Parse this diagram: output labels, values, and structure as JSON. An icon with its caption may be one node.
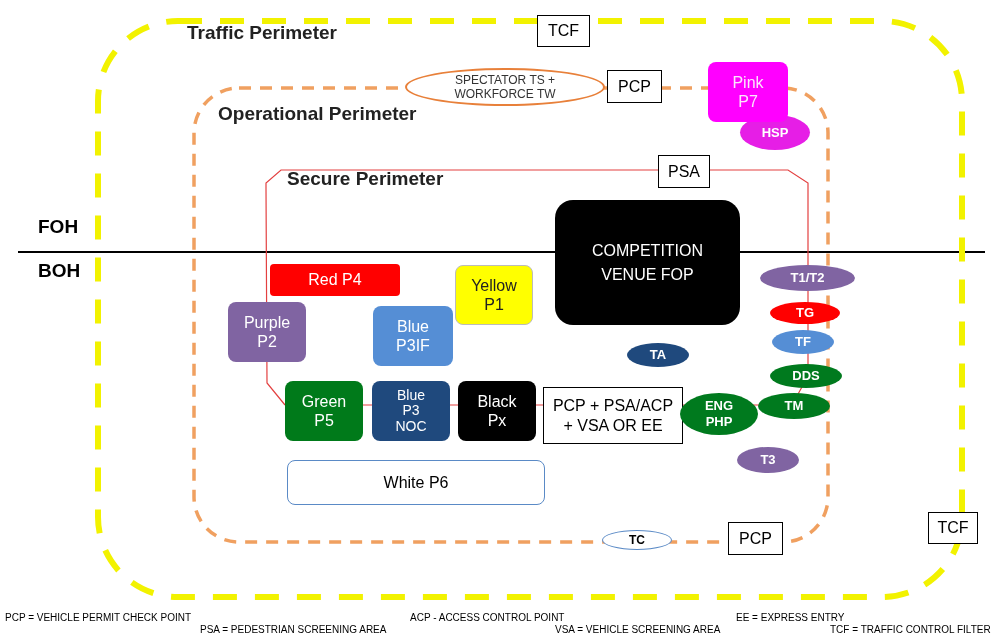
{
  "diagram": {
    "nodes": [
      {
        "text": [
          "Traffic Perimeter"
        ]
      },
      {
        "text": [
          "Operational Perimeter"
        ],
        "in": 0
      },
      {
        "text": [
          "Secure Perimeter"
        ],
        "in": 1
      },
      {
        "text": [
          "TCF"
        ]
      },
      {
        "text": [
          "SPECTATOR  TS + WORKFORCE TW"
        ],
        "in": 0
      },
      {
        "text": [
          "PCP"
        ],
        "in": 0
      },
      {
        "text": [
          "Pink P7"
        ],
        "in": 0
      },
      {
        "text": [
          "HSP"
        ],
        "in": 1
      },
      {
        "text": [
          "PSA"
        ],
        "in": 1
      },
      {
        "text": [
          "COMPETITION VENUE FOP"
        ],
        "in": 2
      },
      {
        "text": [
          "Red P4"
        ],
        "in": 2
      },
      {
        "text": [
          "Yellow P1"
        ],
        "in": 2
      },
      {
        "text": [
          "Purple P2"
        ],
        "in": 1
      },
      {
        "text": [
          "Blue P3IF"
        ],
        "in": 2
      },
      {
        "text": [
          "T1/T2"
        ],
        "in": 0
      },
      {
        "text": [
          "TG"
        ],
        "in": 0
      },
      {
        "text": [
          "TF"
        ],
        "in": 0
      },
      {
        "text": [
          "TA"
        ],
        "in": 2
      },
      {
        "text": [
          "DDS"
        ],
        "in": 0
      },
      {
        "text": [
          "Green P5"
        ],
        "in": 1
      },
      {
        "text": [
          "Blue P3 NOC"
        ],
        "in": 1
      },
      {
        "text": [
          "Black Px"
        ],
        "in": 1
      },
      {
        "text": [
          "PCP + PSA/ACP + VSA OR EE"
        ],
        "in": 1
      },
      {
        "text": [
          "ENG PHP"
        ],
        "in": 1
      },
      {
        "text": [
          "TM"
        ],
        "in": 1
      },
      {
        "text": [
          "T3"
        ],
        "in": 1
      },
      {
        "text": [
          "White P6"
        ],
        "in": 1
      },
      {
        "text": [
          "TC"
        ],
        "in": 0
      },
      {
        "text": [
          "PCP"
        ],
        "in": 0
      },
      {
        "text": [
          "TCF"
        ]
      }
    ],
    "labels": [
      "FOH",
      "BOH",
      "PCP = VEHICLE PERMIT CHECK POINT",
      "PSA = PEDESTRIAN SCREENING AREA",
      "ACP - ACCESS CONTROL POINT",
      "VSA = VEHICLE SCREENING AREA",
      "EE = EXPRESS ENTRY",
      "TCF = TRAFFIC CONTROL FILTER"
    ]
  }
}
